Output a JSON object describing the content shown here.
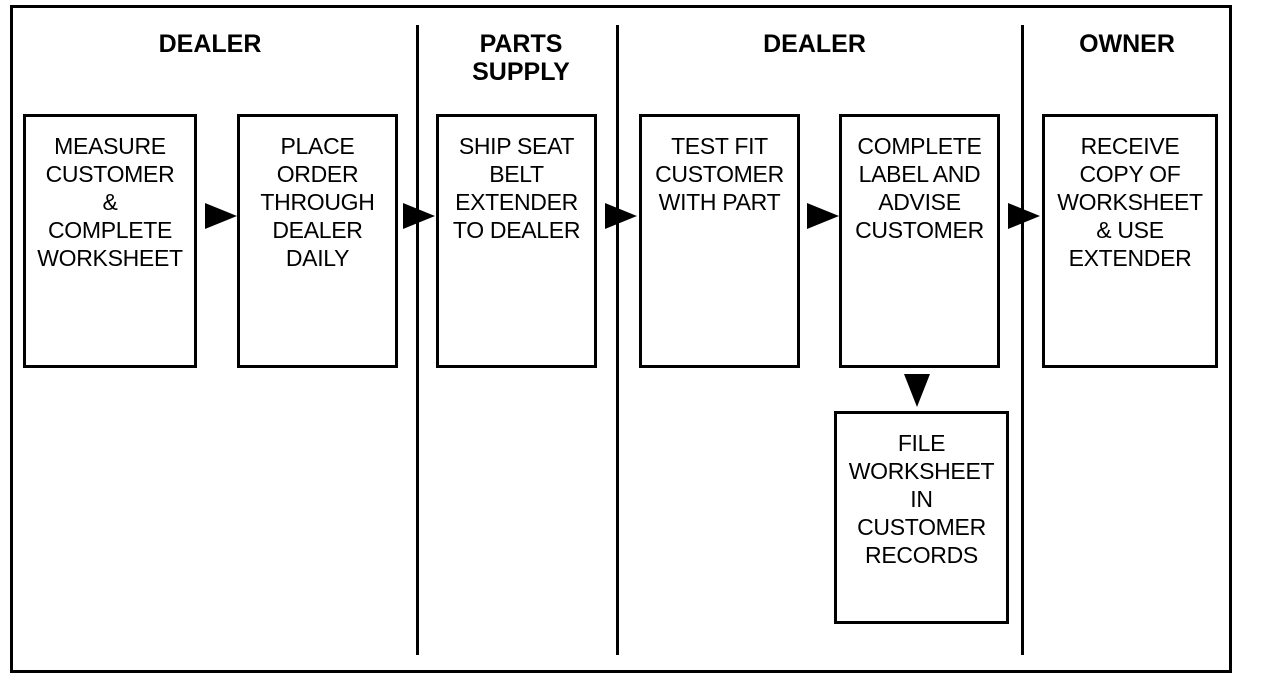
{
  "lanes": [
    {
      "header": "DEALER"
    },
    {
      "header": "PARTS\nSUPPLY"
    },
    {
      "header": "DEALER"
    },
    {
      "header": "OWNER"
    }
  ],
  "steps": {
    "measure": "MEASURE\nCUSTOMER\n&\nCOMPLETE\nWORKSHEET",
    "place_order": "PLACE\nORDER\nTHROUGH\nDEALER\nDAILY",
    "ship": "SHIP SEAT\nBELT\nEXTENDER\nTO DEALER",
    "test_fit": "TEST FIT\nCUSTOMER\nWITH PART",
    "complete_label": "COMPLETE\nLABEL AND\nADVISE\nCUSTOMER",
    "receive": "RECEIVE\nCOPY OF\nWORKSHEET\n& USE\nEXTENDER",
    "file": "FILE\nWORKSHEET\nIN\nCUSTOMER\nRECORDS"
  },
  "flow": [
    {
      "from": "measure",
      "to": "place_order"
    },
    {
      "from": "place_order",
      "to": "ship"
    },
    {
      "from": "ship",
      "to": "test_fit"
    },
    {
      "from": "test_fit",
      "to": "complete_label"
    },
    {
      "from": "complete_label",
      "to": "receive"
    },
    {
      "from": "complete_label",
      "to": "file"
    }
  ]
}
